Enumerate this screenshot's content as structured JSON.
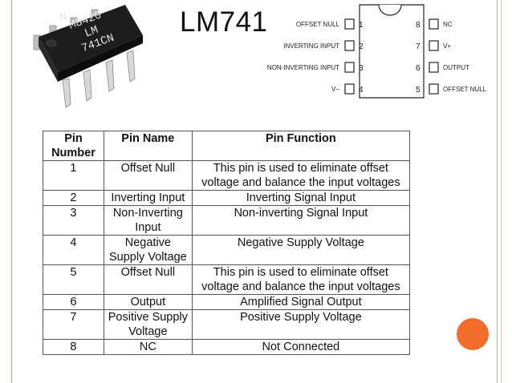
{
  "title": "LM741",
  "chip": {
    "marking_line1": "M8420",
    "marking_line2": "LM",
    "marking_line3": "741CN"
  },
  "pinout": {
    "left": [
      {
        "label": "OFFSET NULL",
        "num": "1"
      },
      {
        "label": "INVERTING INPUT",
        "num": "2"
      },
      {
        "label": "NON-INVERTING INPUT",
        "num": "3"
      },
      {
        "label": "V−",
        "num": "4"
      }
    ],
    "right": [
      {
        "label": "NC",
        "num": "8"
      },
      {
        "label": "V+",
        "num": "7"
      },
      {
        "label": "OUTPUT",
        "num": "6"
      },
      {
        "label": "OFFSET NULL",
        "num": "5"
      }
    ]
  },
  "table": {
    "headers": [
      "Pin Number",
      "Pin Name",
      "Pin Function"
    ],
    "rows": [
      [
        "1",
        "Offset Null",
        "This pin is used to eliminate offset voltage and balance the input voltages"
      ],
      [
        "2",
        "Inverting Input",
        "Inverting Signal Input"
      ],
      [
        "3",
        "Non-Inverting Input",
        "Non-inverting Signal Input"
      ],
      [
        "4",
        "Negative Supply Voltage",
        "Negative Supply Voltage"
      ],
      [
        "5",
        "Offset Null",
        "This pin is used to eliminate offset voltage and balance the input voltages"
      ],
      [
        "6",
        "Output",
        "Amplified Signal Output"
      ],
      [
        "7",
        "Positive Supply Voltage",
        "Positive Supply Voltage"
      ],
      [
        "8",
        "NC",
        "Not Connected"
      ]
    ]
  },
  "colors": {
    "accent_dot": "#f26d2b",
    "frame": "#e6a08a"
  }
}
